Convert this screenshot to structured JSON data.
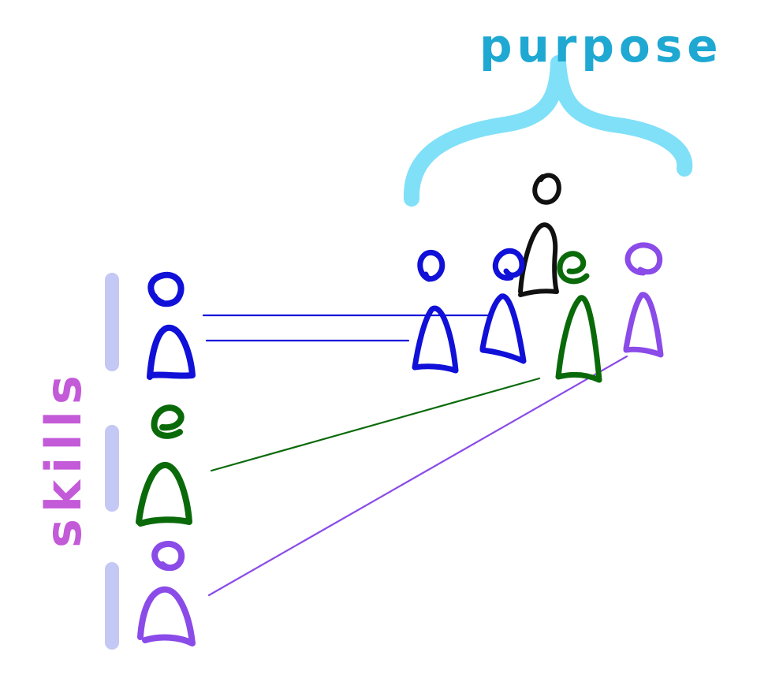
{
  "labels": {
    "top": "purpose",
    "side": "skills"
  },
  "colors": {
    "blue": "#1010d8",
    "green": "#0a6a0a",
    "purple": "#8a4be8",
    "black": "#111111",
    "brace": "#7fe0f8",
    "purpose_text": "#1ea8d2",
    "skills_text": "#c35ad8",
    "bar": "#c4c8f4"
  },
  "left_group": [
    {
      "color": "blue"
    },
    {
      "color": "green"
    },
    {
      "color": "purple"
    }
  ],
  "team_group": [
    {
      "color": "blue"
    },
    {
      "color": "blue"
    },
    {
      "color": "green"
    },
    {
      "color": "purple"
    },
    {
      "color": "black"
    }
  ]
}
